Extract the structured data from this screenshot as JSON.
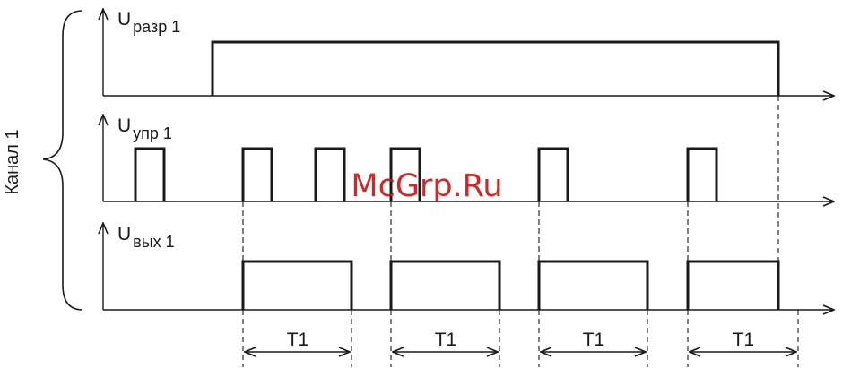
{
  "channel_label": "Канал 1",
  "signals": {
    "enable": {
      "symbol": "U",
      "subscript": "разр 1"
    },
    "control": {
      "symbol": "U",
      "subscript": "упр 1"
    },
    "output": {
      "symbol": "U",
      "subscript": "вых 1"
    }
  },
  "period_label": "T1",
  "watermark": "McGrp.Ru",
  "colors": {
    "line": "#1a1a1a",
    "watermark": "#cc1111",
    "background": "#ffffff"
  }
}
